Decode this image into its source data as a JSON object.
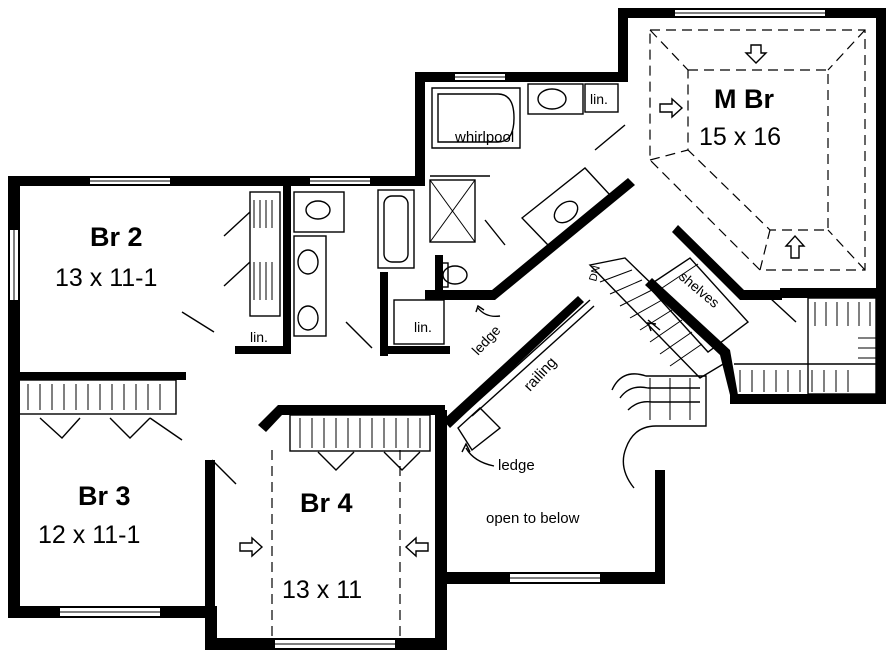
{
  "rooms": {
    "master": {
      "name": "M Br",
      "size": "15 x 16"
    },
    "br2": {
      "name": "Br 2",
      "size": "13 x 11-1"
    },
    "br3": {
      "name": "Br 3",
      "size": "12 x 11-1"
    },
    "br4": {
      "name": "Br 4",
      "size": "13 x 11"
    }
  },
  "labels": {
    "whirlpool": "whirlpool",
    "lin_master": "lin.",
    "lin_br2": "lin.",
    "lin_bath": "lin.",
    "ledge_bath": "ledge",
    "railing": "railing",
    "ledge_open": "ledge",
    "open_to_below": "open to below",
    "shelves": "shelves",
    "stair_dn": "DN"
  },
  "colors": {
    "ink": "#000000",
    "paper": "#ffffff"
  }
}
